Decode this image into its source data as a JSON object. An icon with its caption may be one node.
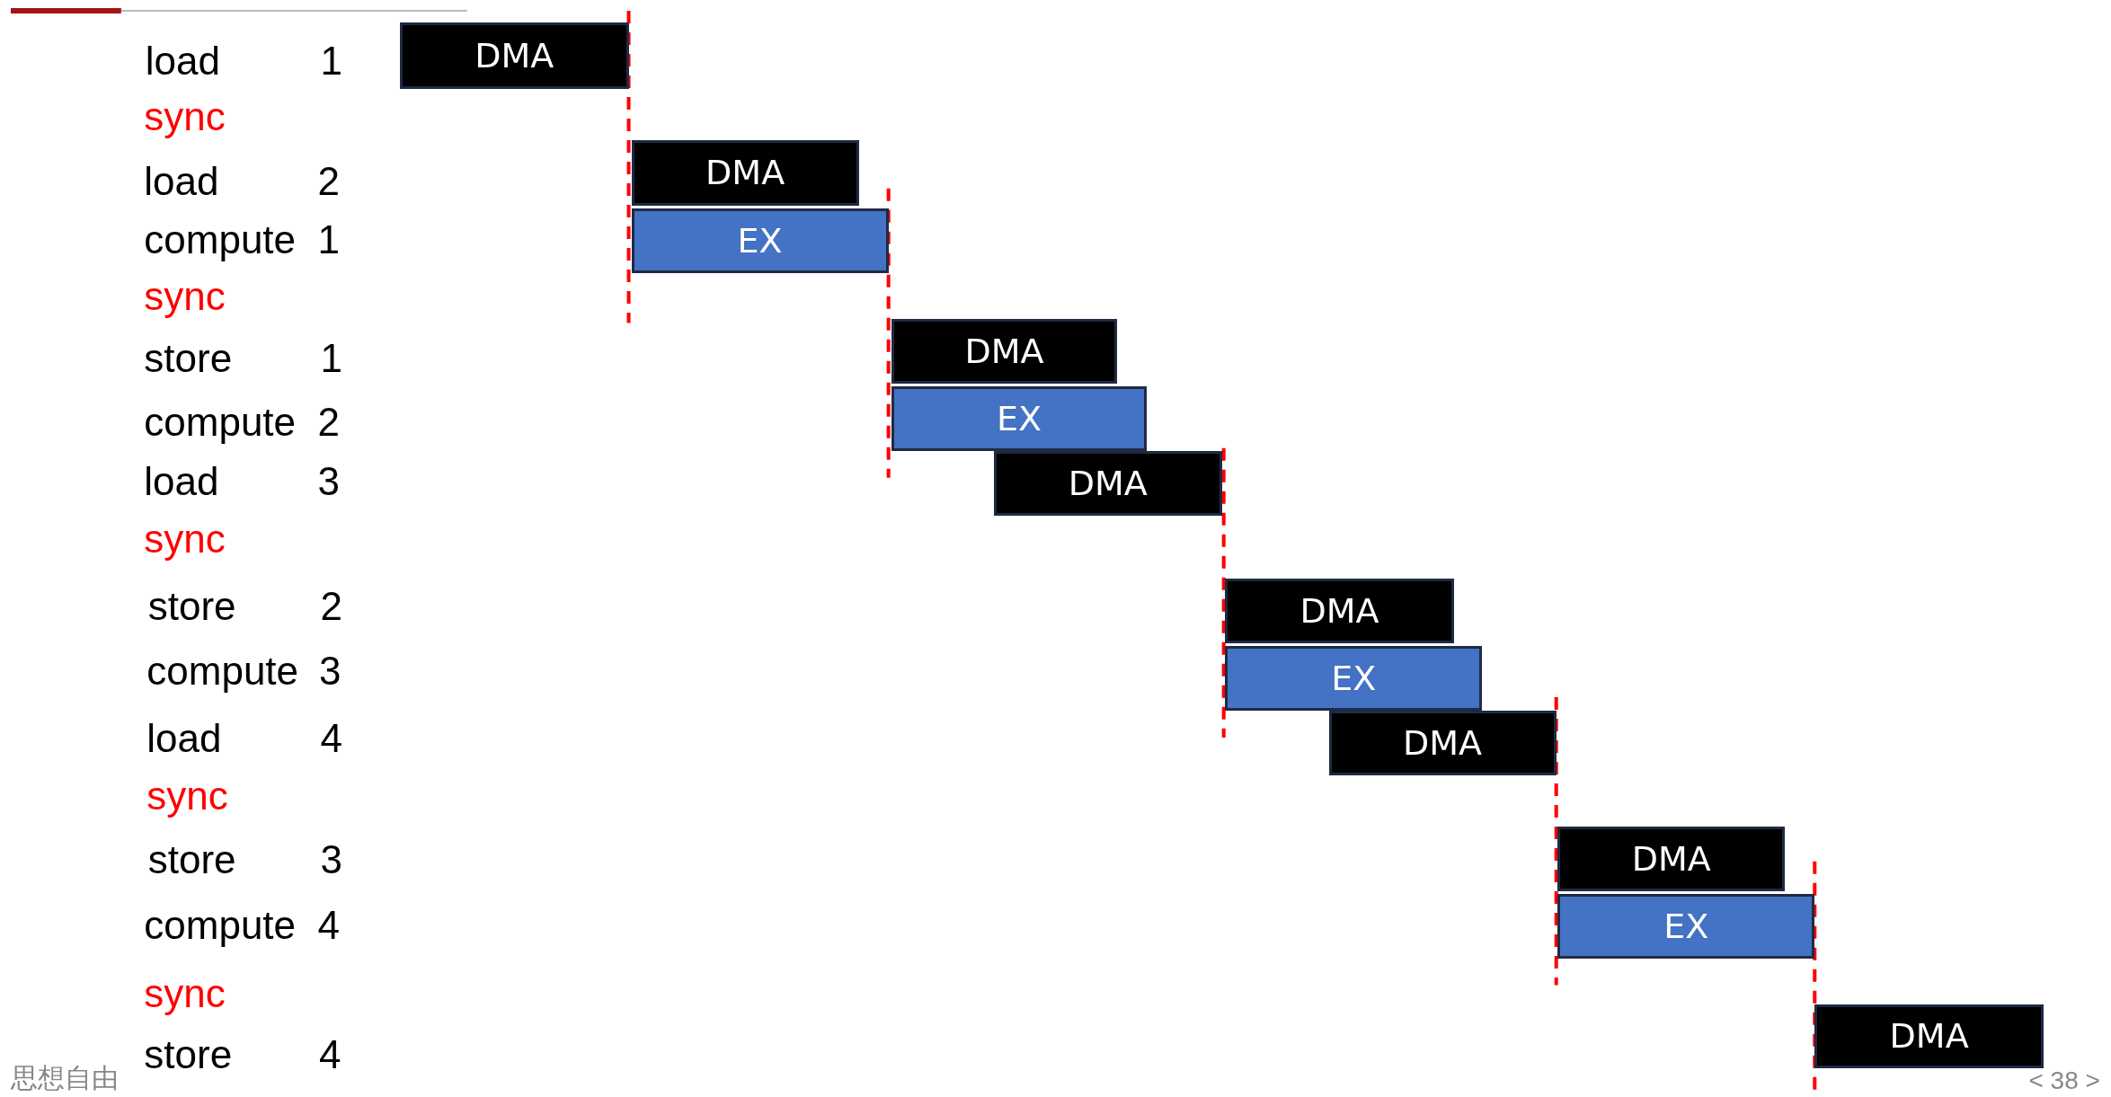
{
  "diagram": {
    "nodes": [
      {
        "text": [
          "DMA"
        ]
      },
      {
        "text": [
          "DMA"
        ]
      },
      {
        "text": [
          "EX"
        ]
      },
      {
        "text": [
          "DMA"
        ]
      },
      {
        "text": [
          "EX"
        ]
      },
      {
        "text": [
          "DMA"
        ]
      },
      {
        "text": [
          "DMA"
        ]
      },
      {
        "text": [
          "EX"
        ]
      },
      {
        "text": [
          "DMA"
        ]
      },
      {
        "text": [
          "DMA"
        ]
      },
      {
        "text": [
          "EX"
        ]
      },
      {
        "text": [
          "DMA"
        ]
      }
    ],
    "labels": [
      "load",
      "1",
      "sync",
      "load",
      "2",
      "compute",
      "1",
      "sync",
      "store",
      "1",
      "compute",
      "2",
      "load",
      "3",
      "sync",
      "store",
      "2",
      "compute",
      "3",
      "load",
      "4",
      "sync",
      "store",
      "3",
      "compute",
      "4",
      "sync",
      "store",
      "4",
      "思想自由",
      "< 38 >"
    ]
  }
}
